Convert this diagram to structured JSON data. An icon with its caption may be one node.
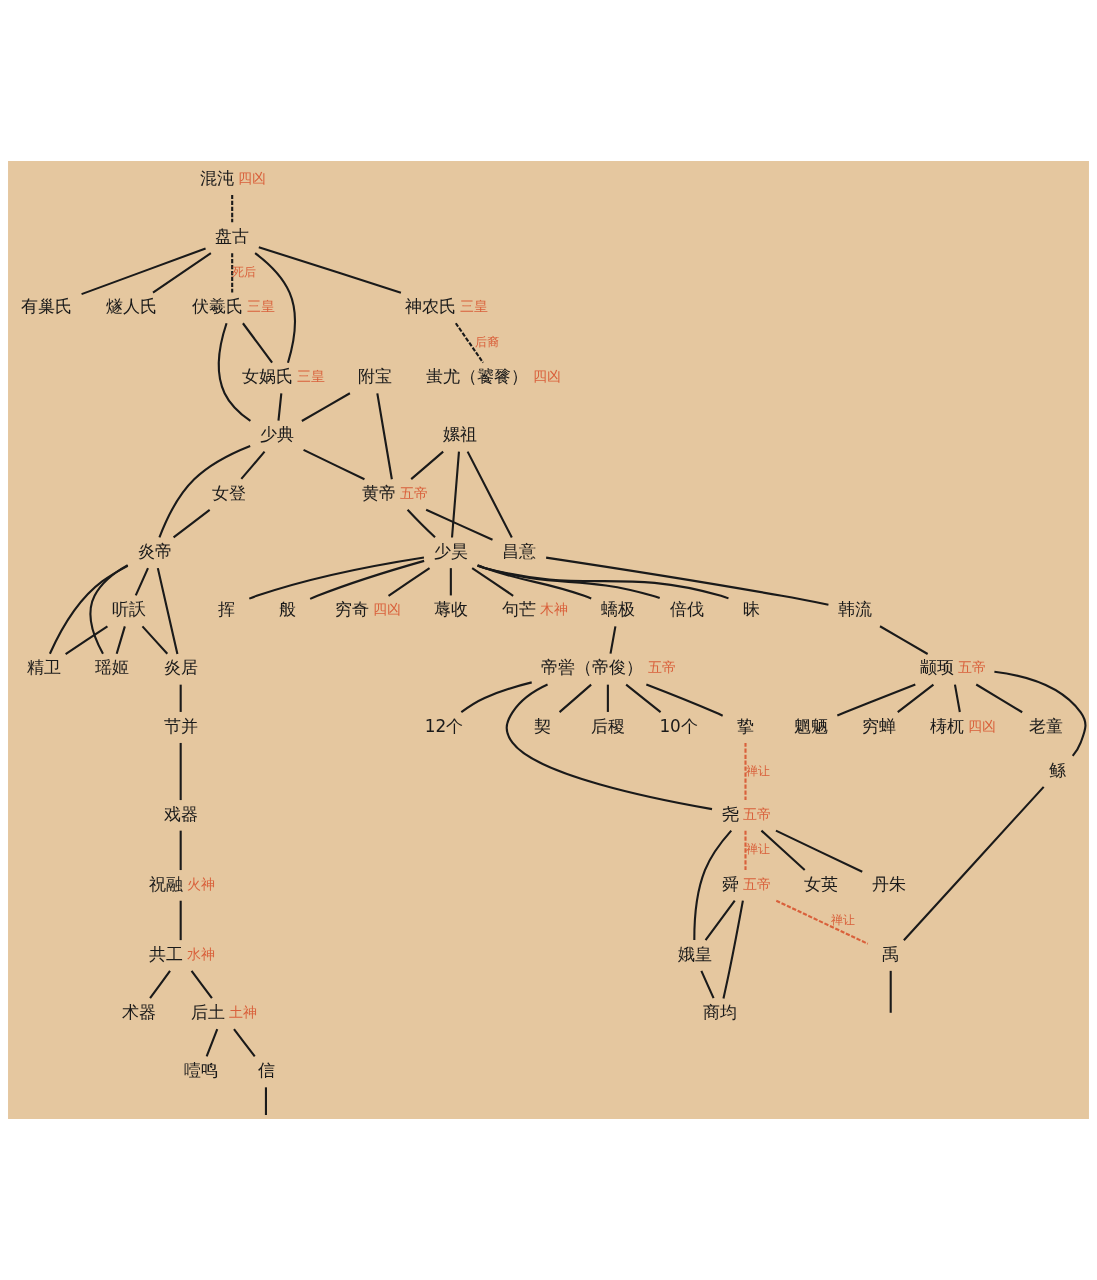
{
  "diagram": {
    "nodes": [
      {
        "text": [
          "混沌"
        ],
        "beside": [
          "四凶"
        ]
      },
      {
        "text": [
          "盘古"
        ]
      },
      {
        "text": [
          "有巢氏"
        ]
      },
      {
        "text": [
          "燧人氏"
        ]
      },
      {
        "text": [
          "伏羲氏"
        ],
        "beside": [
          "三皇"
        ]
      },
      {
        "text": [
          "女娲氏"
        ],
        "beside": [
          "三皇"
        ]
      },
      {
        "text": [
          "神农氏"
        ],
        "beside": [
          "三皇"
        ]
      },
      {
        "text": [
          "附宝"
        ]
      },
      {
        "text": [
          "少典"
        ]
      },
      {
        "text": [
          "女登"
        ]
      },
      {
        "text": [
          "嫘祖"
        ]
      },
      {
        "text": [
          "黄帝"
        ],
        "beside": [
          "五帝"
        ]
      },
      {
        "text": [
          "炎帝"
        ]
      },
      {
        "text": [
          "听訞"
        ]
      },
      {
        "text": [
          "昌意"
        ]
      },
      {
        "text": [
          "少昊"
        ]
      },
      {
        "text": [
          "炎居"
        ]
      },
      {
        "text": [
          "精卫"
        ]
      },
      {
        "text": [
          "瑶姬"
        ]
      },
      {
        "text": [
          "韩流"
        ]
      },
      {
        "text": [
          "倍伐"
        ]
      },
      {
        "text": [
          "昧"
        ]
      },
      {
        "text": [
          "挥"
        ]
      },
      {
        "text": [
          "般"
        ]
      },
      {
        "text": [
          "穷奇"
        ],
        "beside": [
          "四凶"
        ]
      },
      {
        "text": [
          "蟜极"
        ]
      },
      {
        "text": [
          "蓐收"
        ]
      },
      {
        "text": [
          "句芒"
        ],
        "beside": [
          "木神"
        ]
      },
      {
        "text": [
          "节并"
        ]
      },
      {
        "text": [
          "蚩尤（饕餮）"
        ],
        "beside": [
          "四凶"
        ]
      },
      {
        "text": [
          "颛顼"
        ],
        "beside": [
          "五帝"
        ]
      },
      {
        "text": [
          "戏器"
        ]
      },
      {
        "text": [
          "鲧"
        ]
      },
      {
        "text": [
          "老童"
        ]
      },
      {
        "text": [
          "魍魉"
        ]
      },
      {
        "text": [
          "穷蝉"
        ]
      },
      {
        "text": [
          "梼杌"
        ],
        "beside": [
          "四凶"
        ]
      },
      {
        "text": [
          "帝喾（帝俊）"
        ],
        "beside": [
          "五帝"
        ]
      },
      {
        "text": [
          "祝融"
        ],
        "beside": [
          "火神"
        ]
      },
      {
        "text": [
          "尧"
        ],
        "beside": [
          "五帝"
        ]
      },
      {
        "text": [
          "挚"
        ]
      },
      {
        "text": [
          "契"
        ]
      },
      {
        "text": [
          "后稷"
        ]
      },
      {
        "text": [
          "10个"
        ]
      },
      {
        "text": [
          "12个"
        ]
      },
      {
        "text": [
          "共工"
        ],
        "beside": [
          "水神"
        ]
      },
      {
        "text": [
          "舜"
        ],
        "beside": [
          "五帝"
        ]
      },
      {
        "text": [
          "娥皇"
        ]
      },
      {
        "text": [
          "女英"
        ]
      },
      {
        "text": [
          "丹朱"
        ]
      },
      {
        "text": [
          "术器"
        ]
      },
      {
        "text": [
          "后土"
        ],
        "beside": [
          "土神"
        ]
      },
      {
        "text": [
          "禹"
        ]
      },
      {
        "text": [
          "商均"
        ]
      },
      {
        "text": [
          "噎鸣"
        ]
      },
      {
        "text": [
          "信"
        ]
      }
    ],
    "edges": [
      {
        "from": 0,
        "to": 1,
        "arrow": "none",
        "style": "dashed"
      },
      {
        "from": 1,
        "to": 2,
        "arrow": "none"
      },
      {
        "from": 1,
        "to": 3,
        "arrow": "none"
      },
      {
        "from": 1,
        "to": 4,
        "arrow": "none",
        "label": "死后",
        "style": "dashed"
      },
      {
        "from": 1,
        "to": 5,
        "arrow": "none"
      },
      {
        "from": 1,
        "to": 6,
        "arrow": "none"
      },
      {
        "from": 4,
        "to": 5,
        "arrow": "none"
      },
      {
        "from": 4,
        "to": 8,
        "arrow": "none"
      },
      {
        "from": 5,
        "to": 8,
        "arrow": "none"
      },
      {
        "from": 7,
        "to": 8,
        "arrow": "none"
      },
      {
        "from": 7,
        "to": 11,
        "arrow": "none"
      },
      {
        "from": 8,
        "to": 11,
        "arrow": "none"
      },
      {
        "from": 8,
        "to": 9,
        "arrow": "none"
      },
      {
        "from": 8,
        "to": 12,
        "arrow": "none"
      },
      {
        "from": 9,
        "to": 12,
        "arrow": "none"
      },
      {
        "from": 10,
        "to": 11,
        "arrow": "none"
      },
      {
        "from": 10,
        "to": 14,
        "arrow": "none"
      },
      {
        "from": 11,
        "to": 14,
        "arrow": "none"
      },
      {
        "from": 10,
        "to": 15,
        "arrow": "none"
      },
      {
        "from": 11,
        "to": 15,
        "arrow": "none"
      },
      {
        "from": 12,
        "to": 13,
        "arrow": "none"
      },
      {
        "from": 12,
        "to": 16,
        "arrow": "none"
      },
      {
        "from": 13,
        "to": 16,
        "arrow": "none"
      },
      {
        "from": 12,
        "to": 17,
        "arrow": "none"
      },
      {
        "from": 13,
        "to": 17,
        "arrow": "none"
      },
      {
        "from": 12,
        "to": 18,
        "arrow": "none"
      },
      {
        "from": 13,
        "to": 18,
        "arrow": "none"
      },
      {
        "from": 6,
        "to": 29,
        "arrow": "none",
        "label": "后裔",
        "style": "dashed"
      },
      {
        "from": 14,
        "to": 19,
        "arrow": "none"
      },
      {
        "from": 15,
        "to": 20,
        "arrow": "none"
      },
      {
        "from": 15,
        "to": 21,
        "arrow": "none"
      },
      {
        "from": 15,
        "to": 22,
        "arrow": "none"
      },
      {
        "from": 15,
        "to": 23,
        "arrow": "none"
      },
      {
        "from": 15,
        "to": 24,
        "arrow": "none"
      },
      {
        "from": 15,
        "to": 25,
        "arrow": "none"
      },
      {
        "from": 15,
        "to": 26,
        "arrow": "none"
      },
      {
        "from": 15,
        "to": 27,
        "arrow": "none"
      },
      {
        "from": 16,
        "to": 28,
        "arrow": "none"
      },
      {
        "from": 19,
        "to": 30,
        "arrow": "none"
      },
      {
        "from": 25,
        "to": 37,
        "arrow": "none"
      },
      {
        "from": 28,
        "to": 31,
        "arrow": "none"
      },
      {
        "from": 30,
        "to": 32,
        "arrow": "none"
      },
      {
        "from": 30,
        "to": 33,
        "arrow": "none"
      },
      {
        "from": 30,
        "to": 34,
        "arrow": "none"
      },
      {
        "from": 30,
        "to": 35,
        "arrow": "none"
      },
      {
        "from": 30,
        "to": 36,
        "arrow": "none"
      },
      {
        "from": 31,
        "to": 38,
        "arrow": "none"
      },
      {
        "from": 37,
        "to": 39,
        "arrow": "none"
      },
      {
        "from": 37,
        "to": 40,
        "arrow": "none"
      },
      {
        "from": 37,
        "to": 41,
        "arrow": "none"
      },
      {
        "from": 37,
        "to": 42,
        "arrow": "none"
      },
      {
        "from": 37,
        "to": 43,
        "arrow": "none"
      },
      {
        "from": 37,
        "to": 44,
        "arrow": "none"
      },
      {
        "from": 38,
        "to": 45,
        "arrow": "none"
      },
      {
        "from": 40,
        "to": 39,
        "arrow": "none",
        "label": "禅让",
        "style": "dashed",
        "color": "#d9603b"
      },
      {
        "from": 39,
        "to": 46,
        "arrow": "none",
        "label": "禅让",
        "style": "dashed",
        "color": "#d9603b"
      },
      {
        "from": 46,
        "to": 52,
        "arrow": "none",
        "label": "禅让",
        "style": "dashed",
        "color": "#d9603b"
      },
      {
        "from": 39,
        "to": 47,
        "arrow": "none"
      },
      {
        "from": 39,
        "to": 48,
        "arrow": "none"
      },
      {
        "from": 39,
        "to": 49,
        "arrow": "none"
      },
      {
        "from": 46,
        "to": 47,
        "arrow": "none"
      },
      {
        "from": 46,
        "to": 53,
        "arrow": "none"
      },
      {
        "from": 47,
        "to": 53,
        "arrow": "none"
      },
      {
        "from": 45,
        "to": 50,
        "arrow": "none"
      },
      {
        "from": 45,
        "to": 51,
        "arrow": "none"
      },
      {
        "from": 32,
        "to": 52,
        "arrow": "none"
      },
      {
        "from": 51,
        "to": 54,
        "arrow": "none"
      },
      {
        "from": 51,
        "to": 55,
        "arrow": "none"
      },
      {
        "from": 52,
        "to": null,
        "arrow": "none"
      },
      {
        "from": 55,
        "to": null,
        "arrow": "none"
      }
    ]
  }
}
